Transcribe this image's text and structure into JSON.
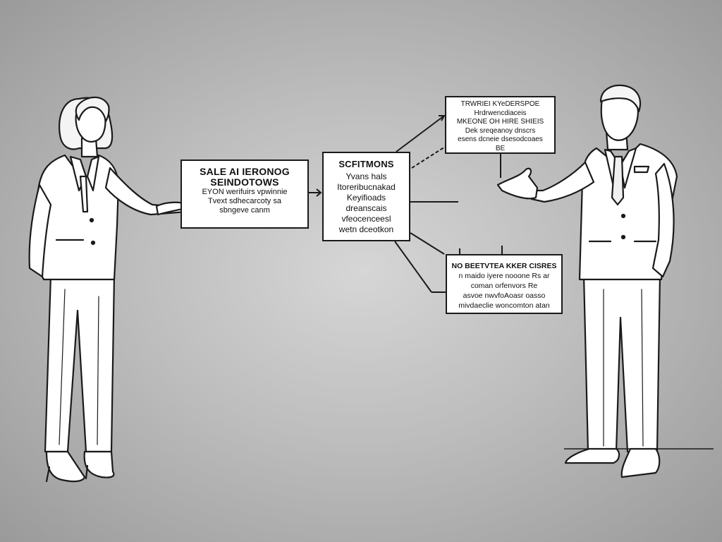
{
  "boxes": {
    "left": {
      "title_1": "SALE AI IERONOG",
      "title_2": "SEINDOTOWS",
      "lines": [
        "EYON werifuirs vpwinnie",
        "Tvext sdhecarcoty sa",
        "sbngeve canm"
      ]
    },
    "center": {
      "title": "SCFITMONS",
      "lines": [
        "Yvans hals",
        "Itoreribucnakad",
        "Keyifioads",
        "dreanscais",
        "vfeocenceesl",
        "wetn dceotkon"
      ]
    },
    "top_right": {
      "lines": [
        "TRWRIEI KYeDERSPOE",
        "Hrdrwencdiaceis",
        "MKEONE OH HIRE SHIEIS",
        "Dek sreqeanoy dnscrs",
        "esens dcneie dsesodcoaes",
        "BE"
      ]
    },
    "bottom_right": {
      "lines": [
        "NO BEETVTEA KKER CISRES",
        "n maido iyere nooone Rs ar",
        "coman orfenvors Re",
        "asvoe nwvfoAoasr oasso",
        "mivdaeclie woncomton atan"
      ]
    }
  },
  "colors": {
    "background_center": "#d6d6d6",
    "background_edge": "#9a9a9a",
    "ink": "#1a1a1a",
    "suit": "#ffffff"
  },
  "figures": {
    "left": "businesswoman-figure",
    "right": "businessman-figure"
  }
}
